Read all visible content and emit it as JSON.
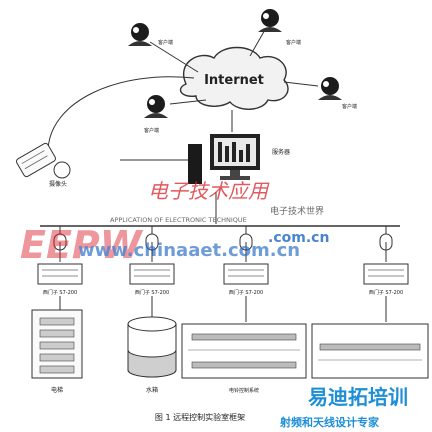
{
  "diagram": {
    "cloud_label": "Internet",
    "clients": [
      {
        "label": "客户端"
      },
      {
        "label": "客户端"
      },
      {
        "label": "客户端"
      },
      {
        "label": "客户端"
      }
    ],
    "camera_label": "摄像头",
    "server_label": "服务器",
    "plcs": [
      {
        "label": "西门子 S7-200"
      },
      {
        "label": "西门子 S7-200"
      },
      {
        "label": "西门子 S7-200"
      },
      {
        "label": "西门子 S7-200"
      }
    ],
    "devices": [
      {
        "label": "电梯"
      },
      {
        "label": "水箱"
      },
      {
        "label": "电铃控制系统"
      },
      {
        "label": ""
      }
    ],
    "caption": "图 1  远程控制实验室框架"
  },
  "watermarks": {
    "cn_title": "电子技术应用",
    "cn_subtitle": "电子技术世界",
    "en_title": "APPLICATION OF ELECTRONIC TECHNIQUE",
    "site_logo": "EEPW",
    "site_sub": ".com.cn",
    "site_url": "www.chinaaet.com.cn",
    "brand": "易迪拓培训",
    "brand_sub": "射频和天线设计专家"
  },
  "colors": {
    "line": "#333333",
    "watermark_red": "#d9222a",
    "watermark_blue": "#2a6fc9",
    "brand_blue": "#1e8fd6"
  }
}
